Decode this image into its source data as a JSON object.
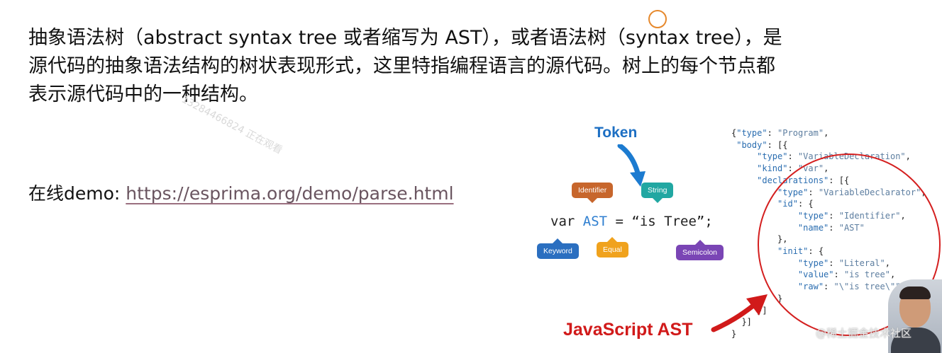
{
  "intro": {
    "line1": "抽象语法树（abstract syntax tree 或者缩写为 AST），或者语法树（syntax tree），是",
    "line2": "源代码的抽象语法结构的树状表现形式，这里特指编程语言的源代码。树上的每个节点都",
    "line3": "表示源代码中的一种结构。"
  },
  "watermark": {
    "user": "13284466824 正在观看",
    "platform": "@稀土掘金技术社区"
  },
  "demo": {
    "label": "在线demo: ",
    "link": "https://esprima.org/demo/parse.html"
  },
  "diagram": {
    "token_title": "Token",
    "code": {
      "kw": "var ",
      "ident": "AST",
      "rest": " = “is Tree”;"
    },
    "tags": {
      "identifier": "Identifier",
      "string": "String",
      "keyword": "Keyword",
      "equal": "Equal",
      "semicolon": "Semicolon"
    },
    "ast_caption": "JavaScript AST"
  },
  "colors": {
    "identifier": "#c7662c",
    "string": "#21a7a2",
    "keyword": "#2b6fc0",
    "equal": "#f0a21d",
    "semicolon": "#7a45b5",
    "arrow_blue": "#1c7bd0",
    "arrow_red": "#d11a1a"
  },
  "json_lines": [
    "{\"type\": \"Program\",",
    " \"body\": [{",
    "     \"type\": \"VariableDeclaration\",",
    "     \"kind\": \"var\",",
    "     \"declarations\": [{",
    "         \"type\": \"VariableDeclarator\",",
    "         \"id\": {",
    "             \"type\": \"Identifier\",",
    "             \"name\": \"AST\"",
    "         },",
    "         \"init\": {",
    "             \"type\": \"Literal\",",
    "             \"value\": \"is tree\",",
    "             \"raw\": \"\\\"is tree\\\"\"",
    "         }",
    "     }]",
    "  }]",
    "}"
  ]
}
